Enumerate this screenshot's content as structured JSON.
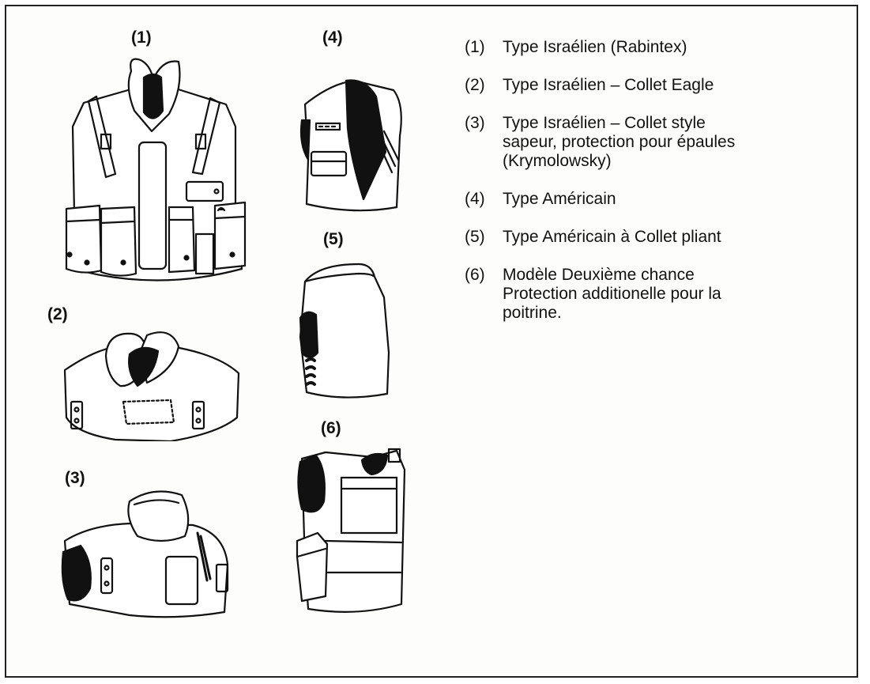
{
  "figures": [
    {
      "label": "(1)"
    },
    {
      "label": "(2)"
    },
    {
      "label": "(3)"
    },
    {
      "label": "(4)"
    },
    {
      "label": "(5)"
    },
    {
      "label": "(6)"
    }
  ],
  "legend": [
    {
      "num": "(1)",
      "text": "Type Israélien (Rabintex)"
    },
    {
      "num": "(2)",
      "text": "Type Israélien – Collet Eagle"
    },
    {
      "num": "(3)",
      "text": "Type Israélien – Collet style\nsapeur, protection pour épaules\n(Krymolowsky)"
    },
    {
      "num": "(4)",
      "text": "Type Américain"
    },
    {
      "num": "(5)",
      "text": "Type Américain à Collet pliant"
    },
    {
      "num": "(6)",
      "text": "Modèle Deuxième chance\nProtection additionelle pour la\npoitrine."
    }
  ]
}
